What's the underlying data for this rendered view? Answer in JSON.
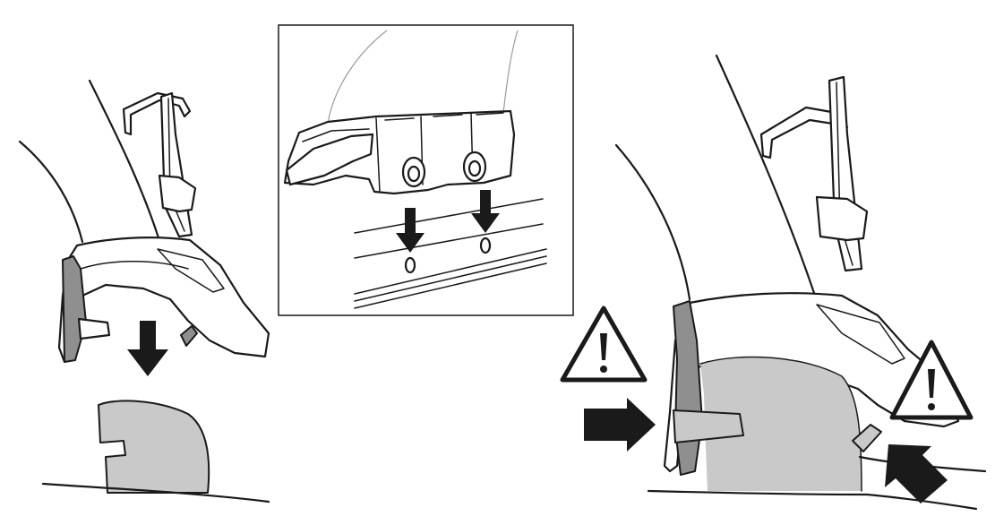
{
  "figure": {
    "colors": {
      "line": "#1a1a1a",
      "rubber_pad": "#c9c9c9",
      "clamp": "#8f8f8f",
      "background": "#ffffff"
    },
    "panels": [
      {
        "name": "step-left",
        "icons": [
          "down-arrow-icon"
        ]
      },
      {
        "name": "inset-detail",
        "icons": [
          "down-arrow-icon",
          "down-arrow-icon"
        ]
      },
      {
        "name": "step-right",
        "icons": [
          "warning-icon",
          "warning-icon",
          "right-arrow-icon",
          "up-left-arrow-icon"
        ]
      }
    ]
  }
}
